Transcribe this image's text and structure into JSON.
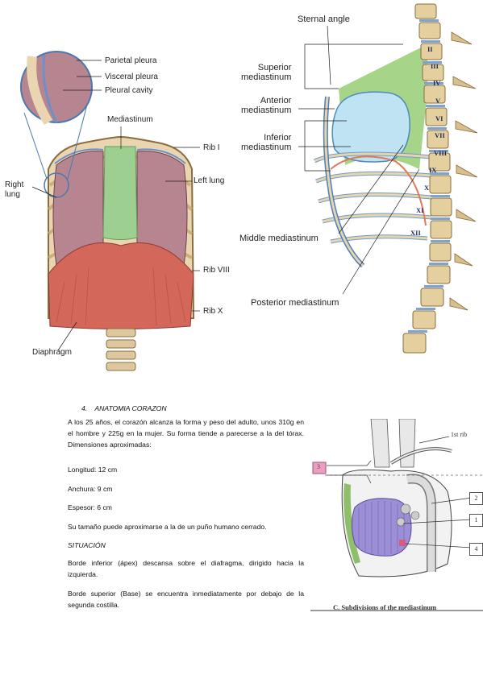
{
  "figure_a": {
    "labels": {
      "parietal_pleura": "Parietal pleura",
      "visceral_pleura": "Visceral pleura",
      "pleural_cavity": "Pleural cavity",
      "mediastinum": "Mediastinum",
      "rib_i": "Rib I",
      "left_lung": "Left lung",
      "right_lung": "Right\nlung",
      "rib_viii": "Rib VIII",
      "rib_x": "Rib X",
      "diaphragm": "Diaphragm"
    }
  },
  "figure_b": {
    "labels": {
      "sternal_angle": "Sternal angle",
      "superior_mediastinum": "Superior\nmediastinum",
      "anterior_mediastinum": "Anterior\nmediastinum",
      "inferior_mediastinum": "Inferior\nmediastinum",
      "middle_mediastinum": "Middle mediastinum",
      "posterior_mediastinum": "Posterior mediastinum"
    },
    "rib_numerals": [
      "II",
      "III",
      "IV",
      "V",
      "VI",
      "VII",
      "VIII",
      "IX",
      "X",
      "XI",
      "XII"
    ]
  },
  "text": {
    "heading_number": "4.",
    "heading": "ANATOMIA CORAZON",
    "para1": "A los 25 años, el corazón alcanza la forma y peso del adulto, unos 310g en el hombre y 225g en la mujer. Su forma tiende a parecerse a la del tórax. Dimensiones aproximadas:",
    "longitud": "Longitud: 12 cm",
    "anchura": "Anchura: 9 cm",
    "espesor": "Espesor: 6 cm",
    "para2": "Su tamaño puede aproximarse a la de un puño humano cerrado.",
    "situacion": "SITUACIÓN",
    "para3": "Borde inferior (ápex) descansa sobre el diafragma, dirigido hacia la izquierda.",
    "para4": "Borde superior (Base) se encuentra inmediatamente por debajo de la segunda costilla."
  },
  "figure_c": {
    "caption": "C. Subdivisions of the mediastinum",
    "rib_label": "1st rib",
    "numbers": [
      "2",
      "1",
      "4"
    ],
    "marker": "3"
  }
}
